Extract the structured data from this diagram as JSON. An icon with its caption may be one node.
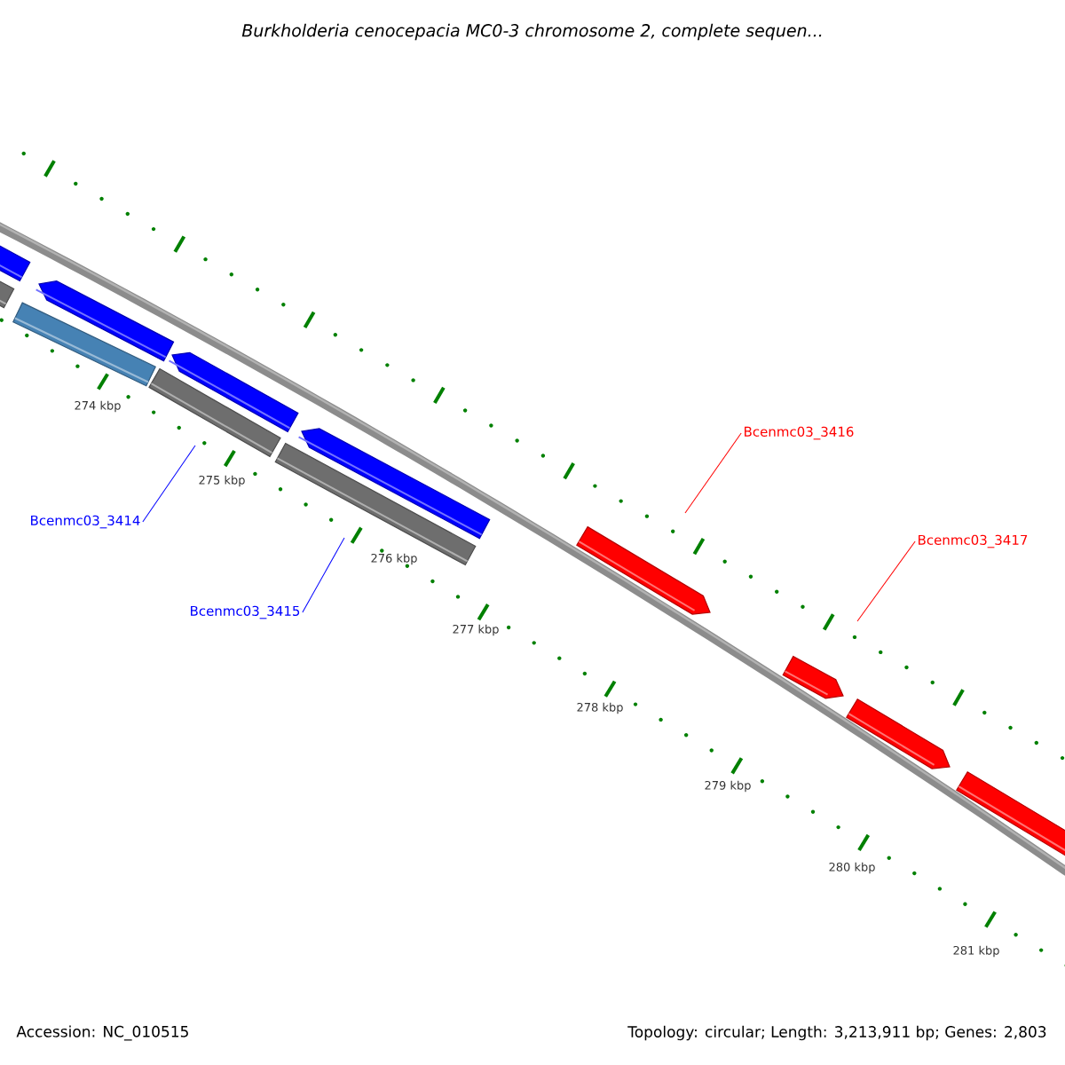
{
  "diagram": {
    "title": "*Burkholderia cenocepacia* MC0-3 chromosome 2, complete sequen...",
    "nodes": [
      {
        "text": [
          "Bcenmc03_3414"
        ]
      },
      {
        "text": [
          "Bcenmc03_3415"
        ]
      },
      {
        "text": [
          "Bcenmc03_3416"
        ]
      },
      {
        "text": [
          "Bcenmc03_3417"
        ]
      }
    ],
    "edges": [
      {
        "from": 0,
        "to": null,
        "arrow": "none",
        "color": "#0000ff"
      },
      {
        "from": 1,
        "to": null,
        "arrow": "none",
        "color": "#0000ff"
      },
      {
        "from": 2,
        "to": null,
        "arrow": "none",
        "color": "#ff0000"
      },
      {
        "from": 3,
        "to": null,
        "arrow": "none",
        "color": "#ff0000"
      }
    ],
    "labels": [
      "274 kbp",
      "275 kbp",
      "276 kbp",
      "277 kbp",
      "278 kbp",
      "279 kbp",
      "280 kbp",
      "281 kbp",
      "Accession: NC_010515",
      "Topology: circular; Length: 3,213,911 bp; Genes: 2,803"
    ]
  }
}
